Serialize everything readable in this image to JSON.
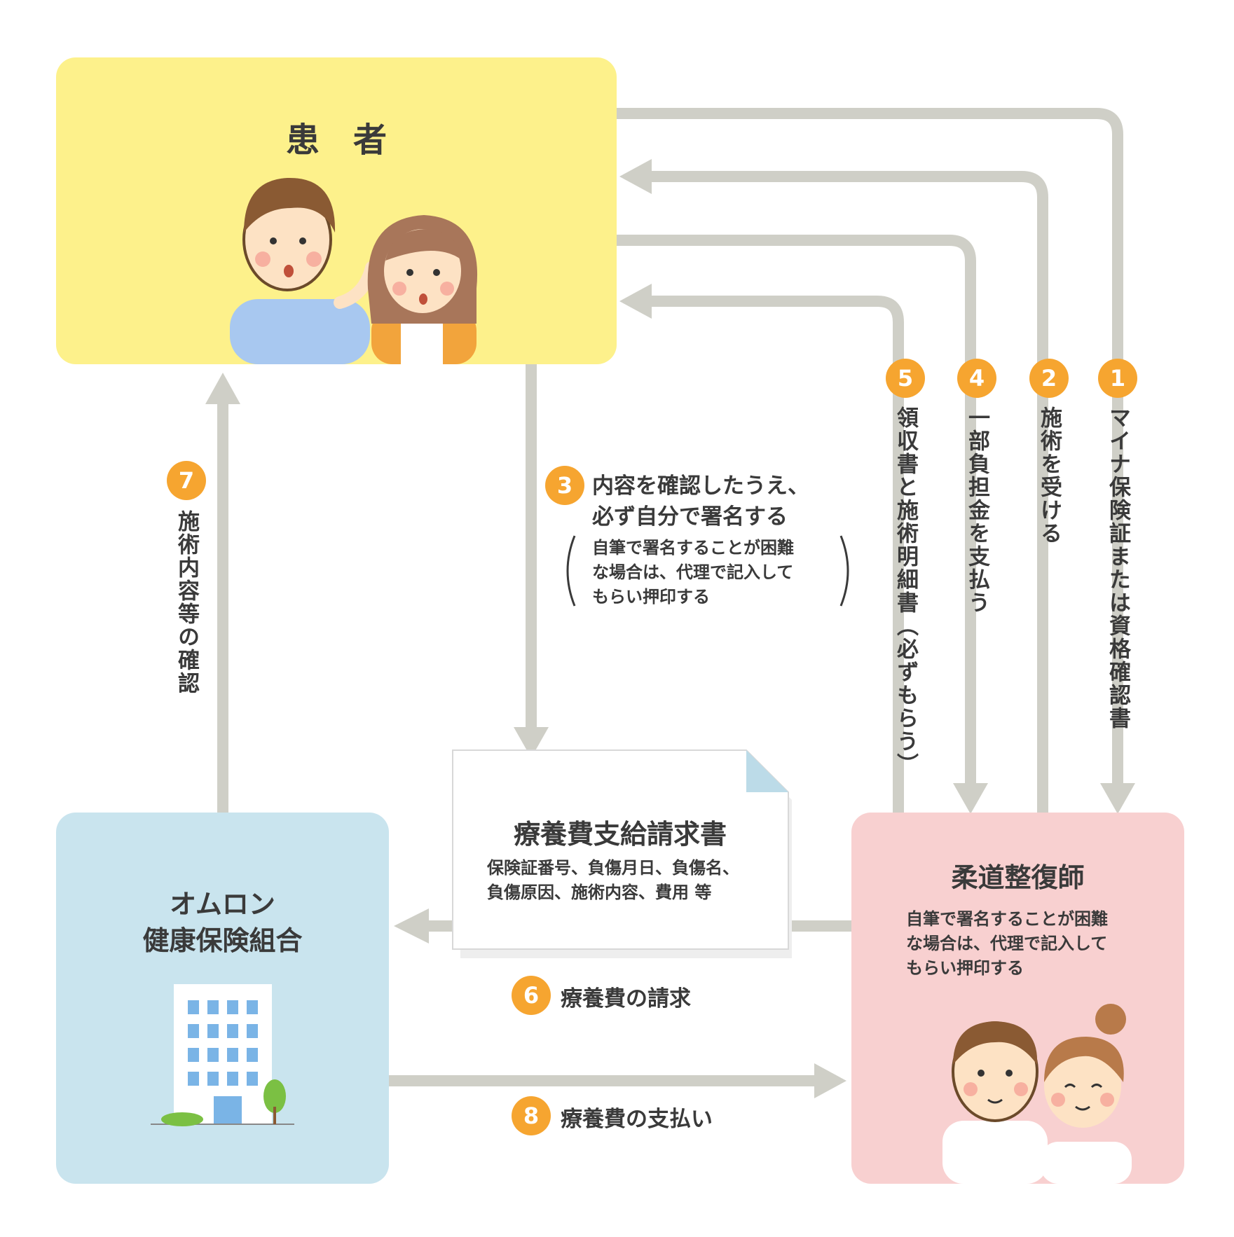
{
  "nodes": {
    "patient": {
      "title": "患　者"
    },
    "insurer": {
      "title_line1": "オムロン",
      "title_line2": "健康保険組合"
    },
    "practitioner": {
      "title": "柔道整復師",
      "note_lines": [
        "自筆で署名することが困難",
        "な場合は、代理で記入して",
        "もらい押印する"
      ]
    },
    "form": {
      "title": "療養費支給請求書",
      "detail_lines": [
        "保険証番号、負傷月日、負傷名、",
        "負傷原因、施術内容、費用 等"
      ]
    }
  },
  "steps": [
    {
      "number": "1",
      "label": "マイナ保険証または資格確認書"
    },
    {
      "number": "2",
      "label": "施術を受ける"
    },
    {
      "number": "3",
      "label_lines": [
        "内容を確認したうえ、",
        "必ず自分で署名する"
      ],
      "note_lines": [
        "自筆で署名することが困難",
        "な場合は、代理で記入して",
        "もらい押印する"
      ]
    },
    {
      "number": "4",
      "label": "一部負担金を支払う"
    },
    {
      "number": "5",
      "label": "領収書と施術明細書（必ずもらう）"
    },
    {
      "number": "6",
      "label": "療養費の請求"
    },
    {
      "number": "7",
      "label": "施術内容等の確認"
    },
    {
      "number": "8",
      "label": "療養費の支払い"
    }
  ],
  "colors": {
    "patient_box": "#fdf18b",
    "insurer_box": "#c9e4ee",
    "practitioner_box": "#f8d0d0",
    "arrow": "#cfcfc7",
    "badge": "#f6a530"
  }
}
